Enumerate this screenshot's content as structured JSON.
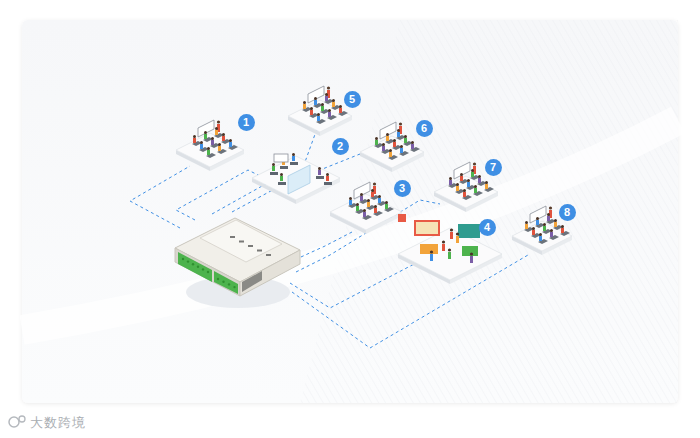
{
  "diagram": {
    "labels": [
      "1",
      "5",
      "2",
      "6",
      "3",
      "7",
      "4",
      "8",
      "大数跨境"
    ]
  }
}
